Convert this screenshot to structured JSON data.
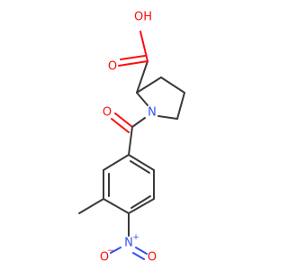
{
  "molecule": {
    "colors": {
      "bond": "#3a3a3a",
      "oxygen": "#ff0d0d",
      "nitrogen": "#3050f8"
    },
    "labels": {
      "acid_oh": "OH",
      "acid_o": "O",
      "ring_n": "N",
      "carbonyl_o": "O",
      "nitro_n": "N",
      "nitro_plus": "+",
      "nitro_o_left": "O",
      "nitro_o_left_minus": "−",
      "nitro_o_right": "O"
    }
  }
}
